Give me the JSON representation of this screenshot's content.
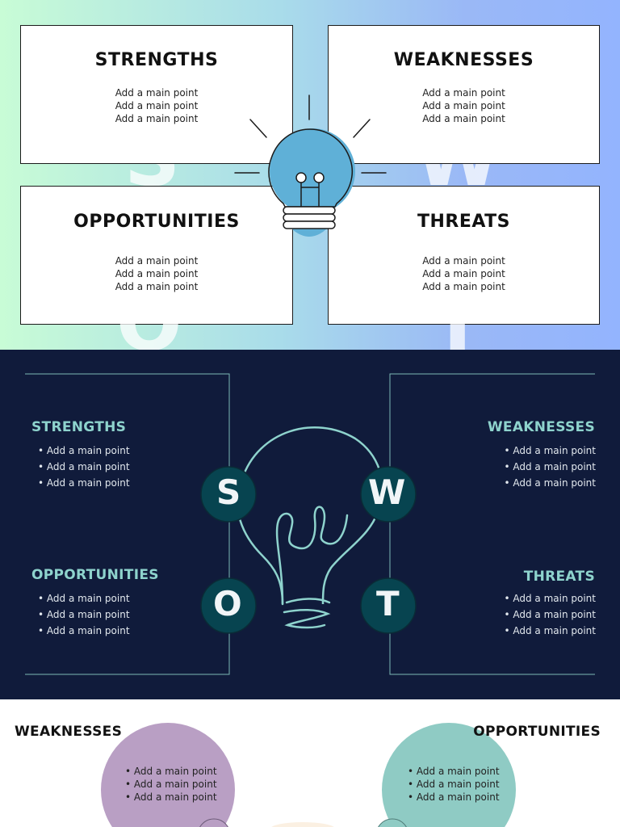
{
  "slide1": {
    "strengths": {
      "title": "STRENGTHS",
      "items": [
        "Add a main point",
        "Add a main point",
        "Add a main point"
      ],
      "letter": "S"
    },
    "weaknesses": {
      "title": "WEAKNESSES",
      "items": [
        "Add a main point",
        "Add a main point",
        "Add a main point"
      ],
      "letter": "W"
    },
    "opportunities": {
      "title": "OPPORTUNITIES",
      "items": [
        "Add a main point",
        "Add a main point",
        "Add a main point"
      ],
      "letter": "O"
    },
    "threats": {
      "title": "THREATS",
      "items": [
        "Add a main point",
        "Add a main point",
        "Add a main point"
      ],
      "letter": "T"
    },
    "icon": "lightbulb-icon",
    "colors": {
      "gradient_start": "#c8fcd6",
      "gradient_end": "#93b4fe",
      "bulb": "#5fb0d7"
    }
  },
  "slide2": {
    "strengths": {
      "title": "STRENGTHS",
      "items": [
        "Add a main point",
        "Add a main point",
        "Add a main point"
      ],
      "letter": "S"
    },
    "weaknesses": {
      "title": "WEAKNESSES",
      "items": [
        "Add a main point",
        "Add a main point",
        "Add a main point"
      ],
      "letter": "W"
    },
    "opportunities": {
      "title": "OPPORTUNITIES",
      "items": [
        "Add a main point",
        "Add a main point",
        "Add a main point"
      ],
      "letter": "O"
    },
    "threats": {
      "title": "THREATS",
      "items": [
        "Add a main point",
        "Add a main point",
        "Add a main point"
      ],
      "letter": "T"
    },
    "icon": "lightbulb-outline-icon",
    "colors": {
      "background": "#101b3b",
      "accent": "#8ed3cd",
      "circle": "#074450"
    }
  },
  "slide3": {
    "weaknesses": {
      "title": "WEAKNESSES",
      "items": [
        "Add a main point",
        "Add a main point",
        "Add a main point"
      ]
    },
    "opportunities": {
      "title": "OPPORTUNITIES",
      "items": [
        "Add a main point",
        "Add a main point",
        "Add a main point"
      ]
    },
    "colors": {
      "weaknesses_circle": "#b99fc4",
      "opportunities_circle": "#8fcbc4"
    }
  }
}
